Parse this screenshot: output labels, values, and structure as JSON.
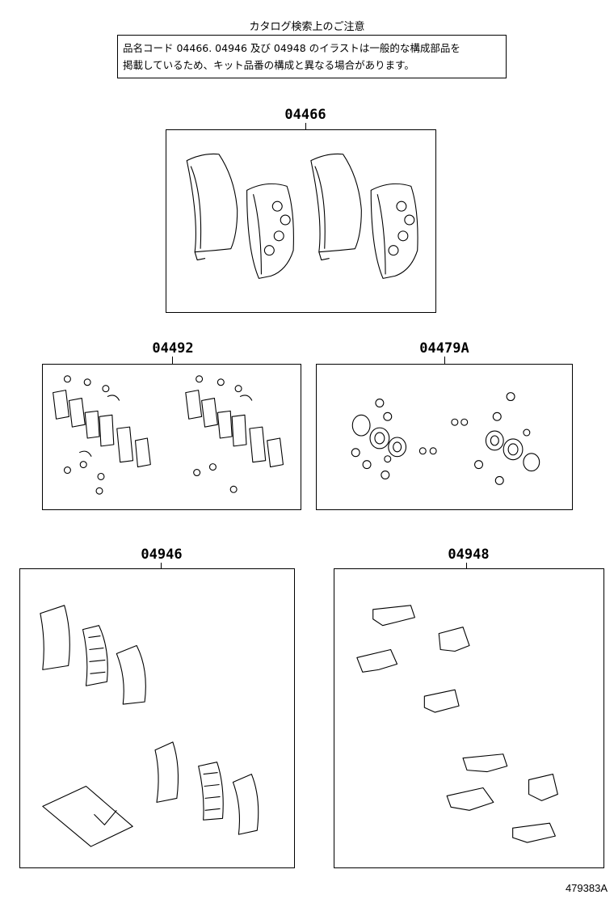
{
  "notice": {
    "heading": "カタログ検索上のご注意",
    "line1": "品名コード 04466. 04946 及び 04948 のイラストは一般的な構成部品を",
    "line2": "掲載しているため、キット品番の構成と異なる場合があります。"
  },
  "kits": {
    "pads_front": "04466",
    "shim_kit": "04492",
    "cylinder_kit": "04479A",
    "anti_squeal_kit": "04946",
    "fitting_kit": "04948"
  },
  "diagram_number": "479383A"
}
